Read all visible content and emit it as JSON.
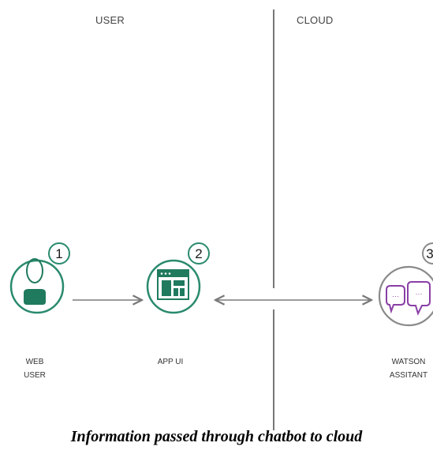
{
  "zones": {
    "user": "USER",
    "cloud": "CLOUD"
  },
  "nodes": [
    {
      "id": "web-user",
      "step": "1",
      "label_lines": [
        "WEB",
        "USER"
      ],
      "icon": "user-icon",
      "ring_color": "#2a8a6e"
    },
    {
      "id": "app-ui",
      "step": "2",
      "label_lines": [
        "APP UI"
      ],
      "icon": "app-window-icon",
      "ring_color": "#2a8a6e"
    },
    {
      "id": "watson-assistant",
      "step": "3",
      "label_lines": [
        "WATSON",
        "ASSITANT"
      ],
      "icon": "chat-bubbles-icon",
      "ring_color": "#8a8a8a"
    }
  ],
  "colors": {
    "teal": "#1f7a5e",
    "purple": "#8a3fa6",
    "arrow": "#7a7a7a",
    "divider": "#555555"
  },
  "caption": "Information passed through chatbot to cloud"
}
